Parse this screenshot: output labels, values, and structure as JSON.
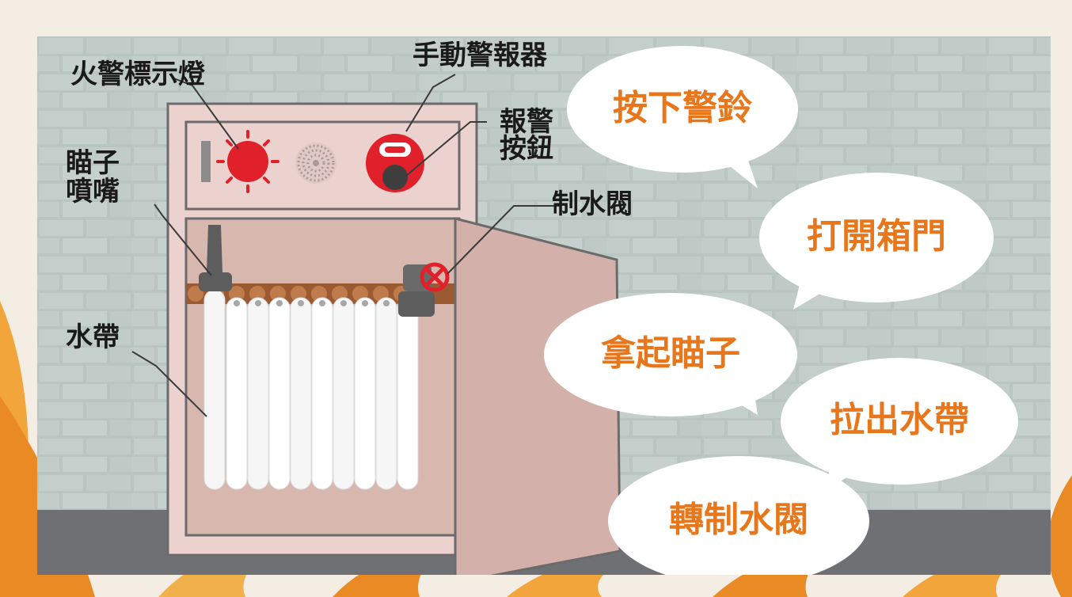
{
  "labels": {
    "fire_indicator": "火警標示燈",
    "manual_alarm": "手動警報器",
    "alarm_button_line1": "報警",
    "alarm_button_line2": "按鈕",
    "nozzle_line1": "瞄子",
    "nozzle_line2": "噴嘴",
    "valve": "制水閥",
    "hose": "水帶"
  },
  "steps": [
    {
      "text": "按下警鈴"
    },
    {
      "text": "打開箱門"
    },
    {
      "text": "拿起瞄子"
    },
    {
      "text": "拉出水帶"
    },
    {
      "text": "轉制水閥"
    }
  ],
  "colors": {
    "wall": "#b8c4c0",
    "floor": "#6e7074",
    "cabinet": "#ecd2cf",
    "cabinet_inner": "#d8b8ae",
    "door": "#d4b0ab",
    "alarm_red": "#e0202a",
    "bubble_text": "#e8761a",
    "frame_orange": "#f2a53a"
  }
}
